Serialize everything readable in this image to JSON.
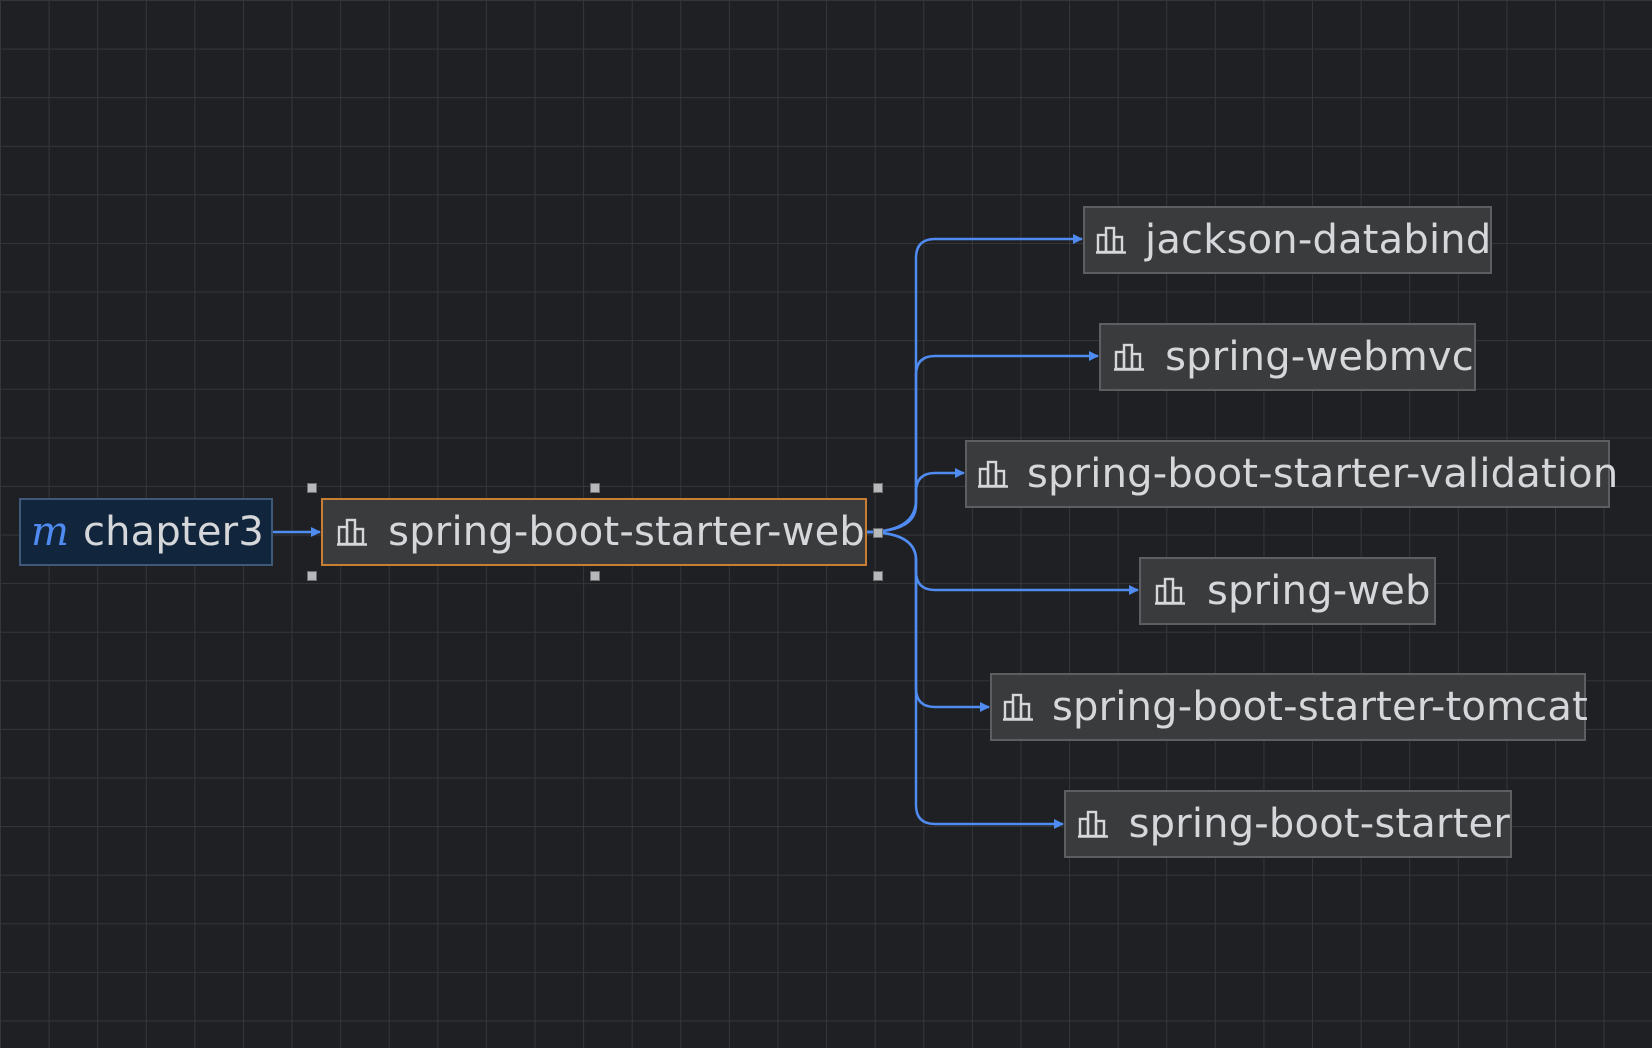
{
  "colors": {
    "background": "#1f2023",
    "grid": "#34363a",
    "node_fill": "#3a3b3d",
    "node_border": "#5c5e62",
    "root_fill": "#11263c",
    "selected_border": "#c87f34",
    "edge": "#4f8bf0",
    "text": "#d6d7da"
  },
  "root": {
    "glyph": "m",
    "label": "chapter3",
    "icon": "maven-module-icon"
  },
  "selected": {
    "label": "spring-boot-starter-web",
    "icon": "library-icon"
  },
  "dependencies": [
    {
      "label": "jackson-databind",
      "icon": "library-icon"
    },
    {
      "label": "spring-webmvc",
      "icon": "library-icon"
    },
    {
      "label": "spring-boot-starter-validation",
      "icon": "library-icon"
    },
    {
      "label": "spring-web",
      "icon": "library-icon"
    },
    {
      "label": "spring-boot-starter-tomcat",
      "icon": "library-icon"
    },
    {
      "label": "spring-boot-starter",
      "icon": "library-icon"
    }
  ]
}
